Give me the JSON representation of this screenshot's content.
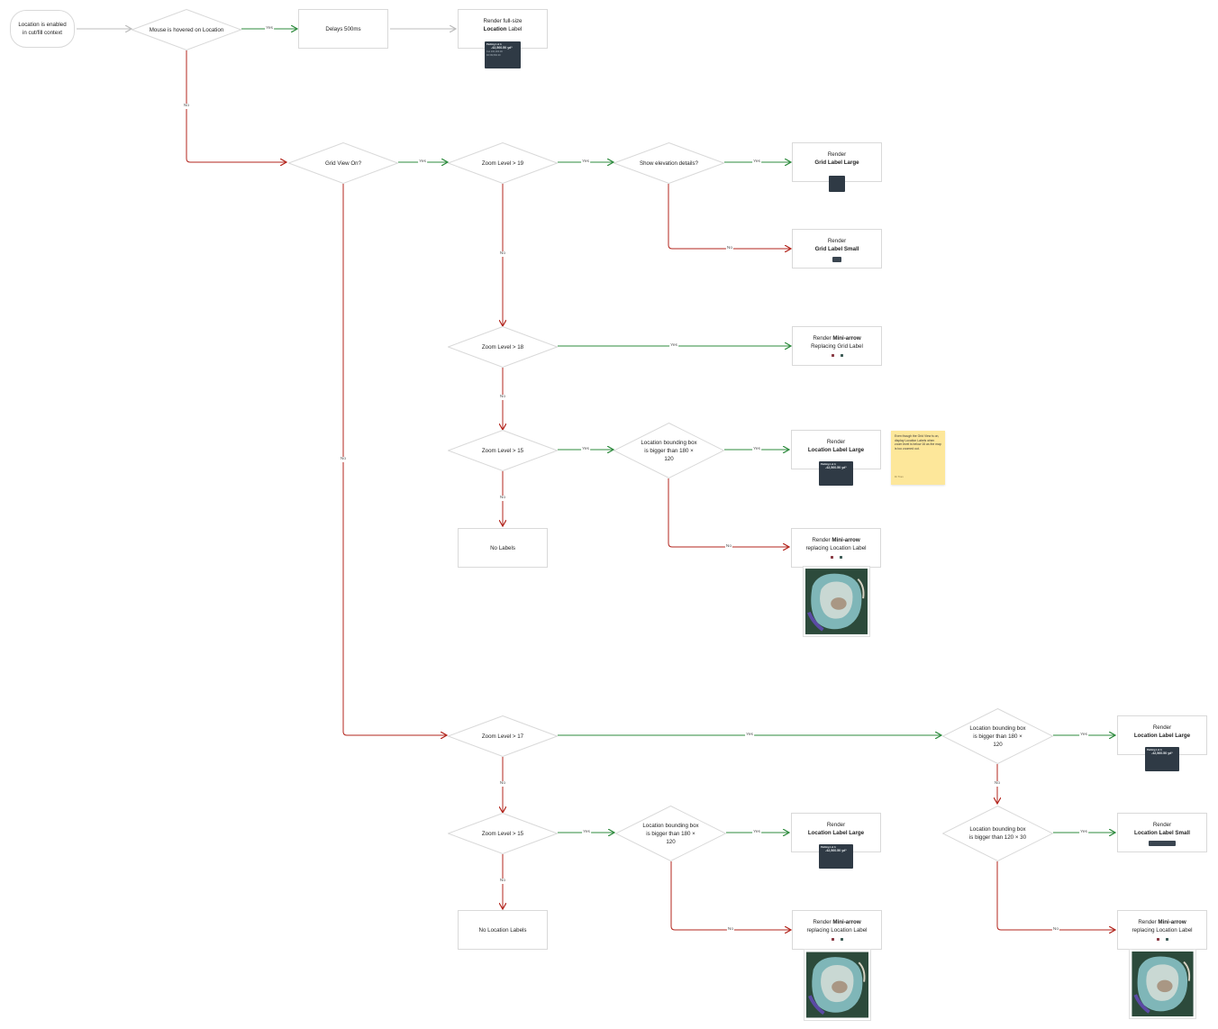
{
  "colors": {
    "yes": "#2e8b3e",
    "no": "#b3261e",
    "neutral": "#bdbdbd",
    "node_border": "#d9d9d9",
    "sticky": "#fde79a"
  },
  "edge_labels": {
    "yes": "Yes",
    "no": "No"
  },
  "nodes": {
    "start": {
      "text": "Location is enabled in cut/fill context"
    },
    "mouse_hover": {
      "text": "Mouse is hovered on Location"
    },
    "delay": {
      "text": "Delays 500ms"
    },
    "render_full": {
      "line1": "Render full-size",
      "line2": "Location",
      "line2_suffix": "Label"
    },
    "grid_view": {
      "text": "Grid View On?"
    },
    "zoom19": {
      "text": "Zoom Level > 19"
    },
    "elevation": {
      "text": "Show elevation details?"
    },
    "grid_large": {
      "line1": "Render",
      "line2": "Grid Label Large"
    },
    "grid_small": {
      "line1": "Render",
      "line2": "Grid Label Small"
    },
    "zoom18": {
      "text": "Zoom Level > 18"
    },
    "mini_grid": {
      "line1_prefix": "Render",
      "line1_bold": "Mini-arrow",
      "line2": "Replacing Grid Label"
    },
    "zoom15a": {
      "text": "Zoom Level > 15"
    },
    "bbox180a": {
      "text": "Location bounding box is bigger than 180 × 120"
    },
    "loc_large_a": {
      "line1": "Render",
      "line2": "Location Label Large"
    },
    "no_labels": {
      "text": "No Labels"
    },
    "mini_loc_a": {
      "line1_prefix": "Render",
      "line1_bold": "Mini-arrow",
      "line2": "replacing Location Label"
    },
    "zoom17": {
      "text": "Zoom Level > 17"
    },
    "bbox180b": {
      "text": "Location bounding box is bigger than 180 × 120"
    },
    "loc_large_b": {
      "line1": "Render",
      "line2": "Location Label Large"
    },
    "zoom15b": {
      "text": "Zoom Level > 15"
    },
    "bbox180c": {
      "text": "Location bounding box is bigger than 180 × 120"
    },
    "loc_large_c": {
      "line1": "Render",
      "line2": "Location Label Large"
    },
    "bbox120": {
      "text": "Location bounding box is bigger than 120 × 30"
    },
    "loc_small": {
      "line1": "Render",
      "line2": "Location Label Small"
    },
    "no_loc_labels": {
      "text": "No Location Labels"
    },
    "mini_loc_c": {
      "line1_prefix": "Render",
      "line1_bold": "Mini-arrow",
      "line2": "replacing Location Label"
    },
    "mini_loc_d": {
      "line1_prefix": "Render",
      "line1_bold": "Mini-arrow",
      "line2": "replacing Location Label"
    }
  },
  "label_card": {
    "title": "Parking Lot A",
    "value": "-42,560.50",
    "unit": "yd³",
    "row1_label": "Cut",
    "row1_value": "102,300.00",
    "row2_label": "Fill",
    "row2_value": "99,560.00"
  },
  "sticky_note": {
    "text": "Even though the Grid View is on, display Location Labels when zoom level is below 16 as the map is too zoomed out.",
    "author": "Di Tran"
  }
}
